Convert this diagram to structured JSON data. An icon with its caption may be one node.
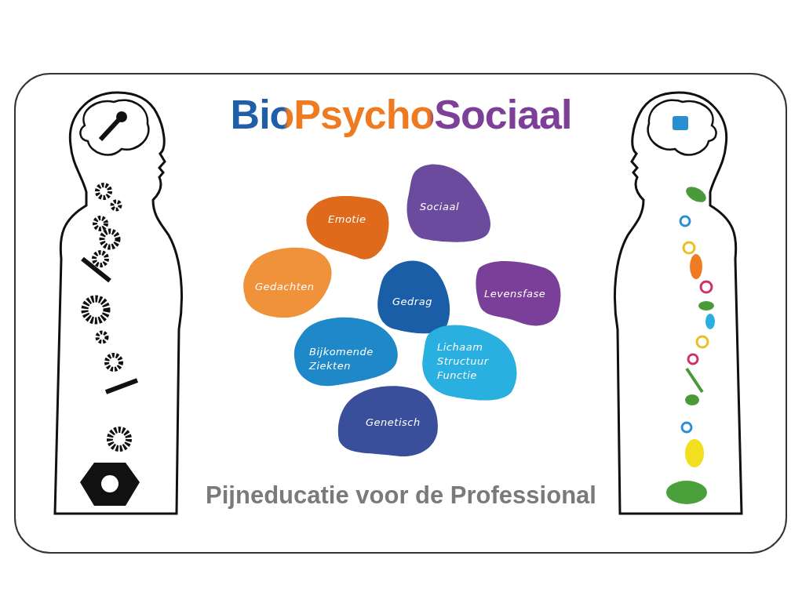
{
  "diagram": {
    "title": "BioPsychoSociaal",
    "caption": "Pijneducatie voor de Professional",
    "nodes": [
      {
        "text": [
          "Emotie"
        ]
      },
      {
        "text": [
          "Sociaal"
        ]
      },
      {
        "text": [
          "Gedachten"
        ]
      },
      {
        "text": [
          "Gedrag"
        ]
      },
      {
        "text": [
          "Levensfase"
        ]
      },
      {
        "text": [
          "Bijkomende Ziekten"
        ]
      },
      {
        "text": [
          "Lichaam Structuur Functie"
        ]
      },
      {
        "text": [
          "Genetisch"
        ]
      }
    ]
  }
}
